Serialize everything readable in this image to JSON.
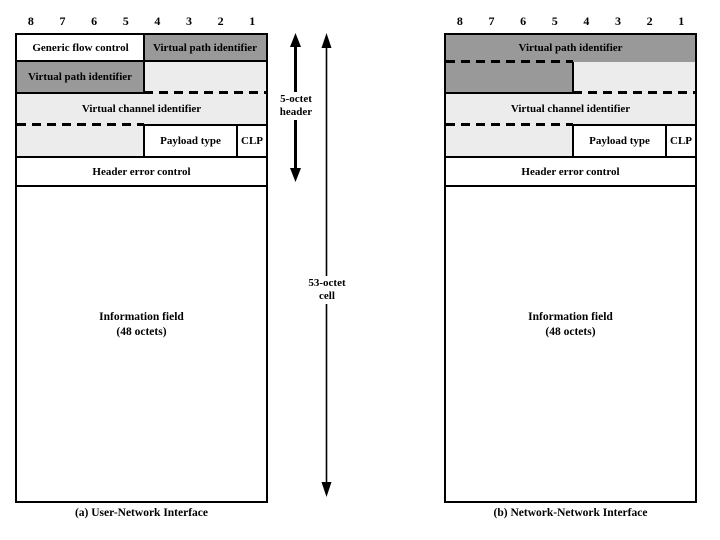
{
  "colors": {
    "dark_gray": "#999999",
    "light_gray": "#ececec",
    "border": "#000000"
  },
  "bit_labels": [
    "8",
    "7",
    "6",
    "5",
    "4",
    "3",
    "2",
    "1"
  ],
  "fields": {
    "gfc": "Generic flow control",
    "vpi": "Virtual path identifier",
    "vci": "Virtual channel identifier",
    "payload_type": "Payload type",
    "clp": "CLP",
    "hec": "Header error control",
    "info_line1": "Information field",
    "info_line2": "(48 octets)"
  },
  "annotations": {
    "header_size_line1": "5-octet",
    "header_size_line2": "header",
    "cell_size_line1": "53-octet",
    "cell_size_line2": "cell"
  },
  "captions": {
    "uni": "(a) User-Network Interface",
    "nni": "(b) Network-Network Interface"
  }
}
